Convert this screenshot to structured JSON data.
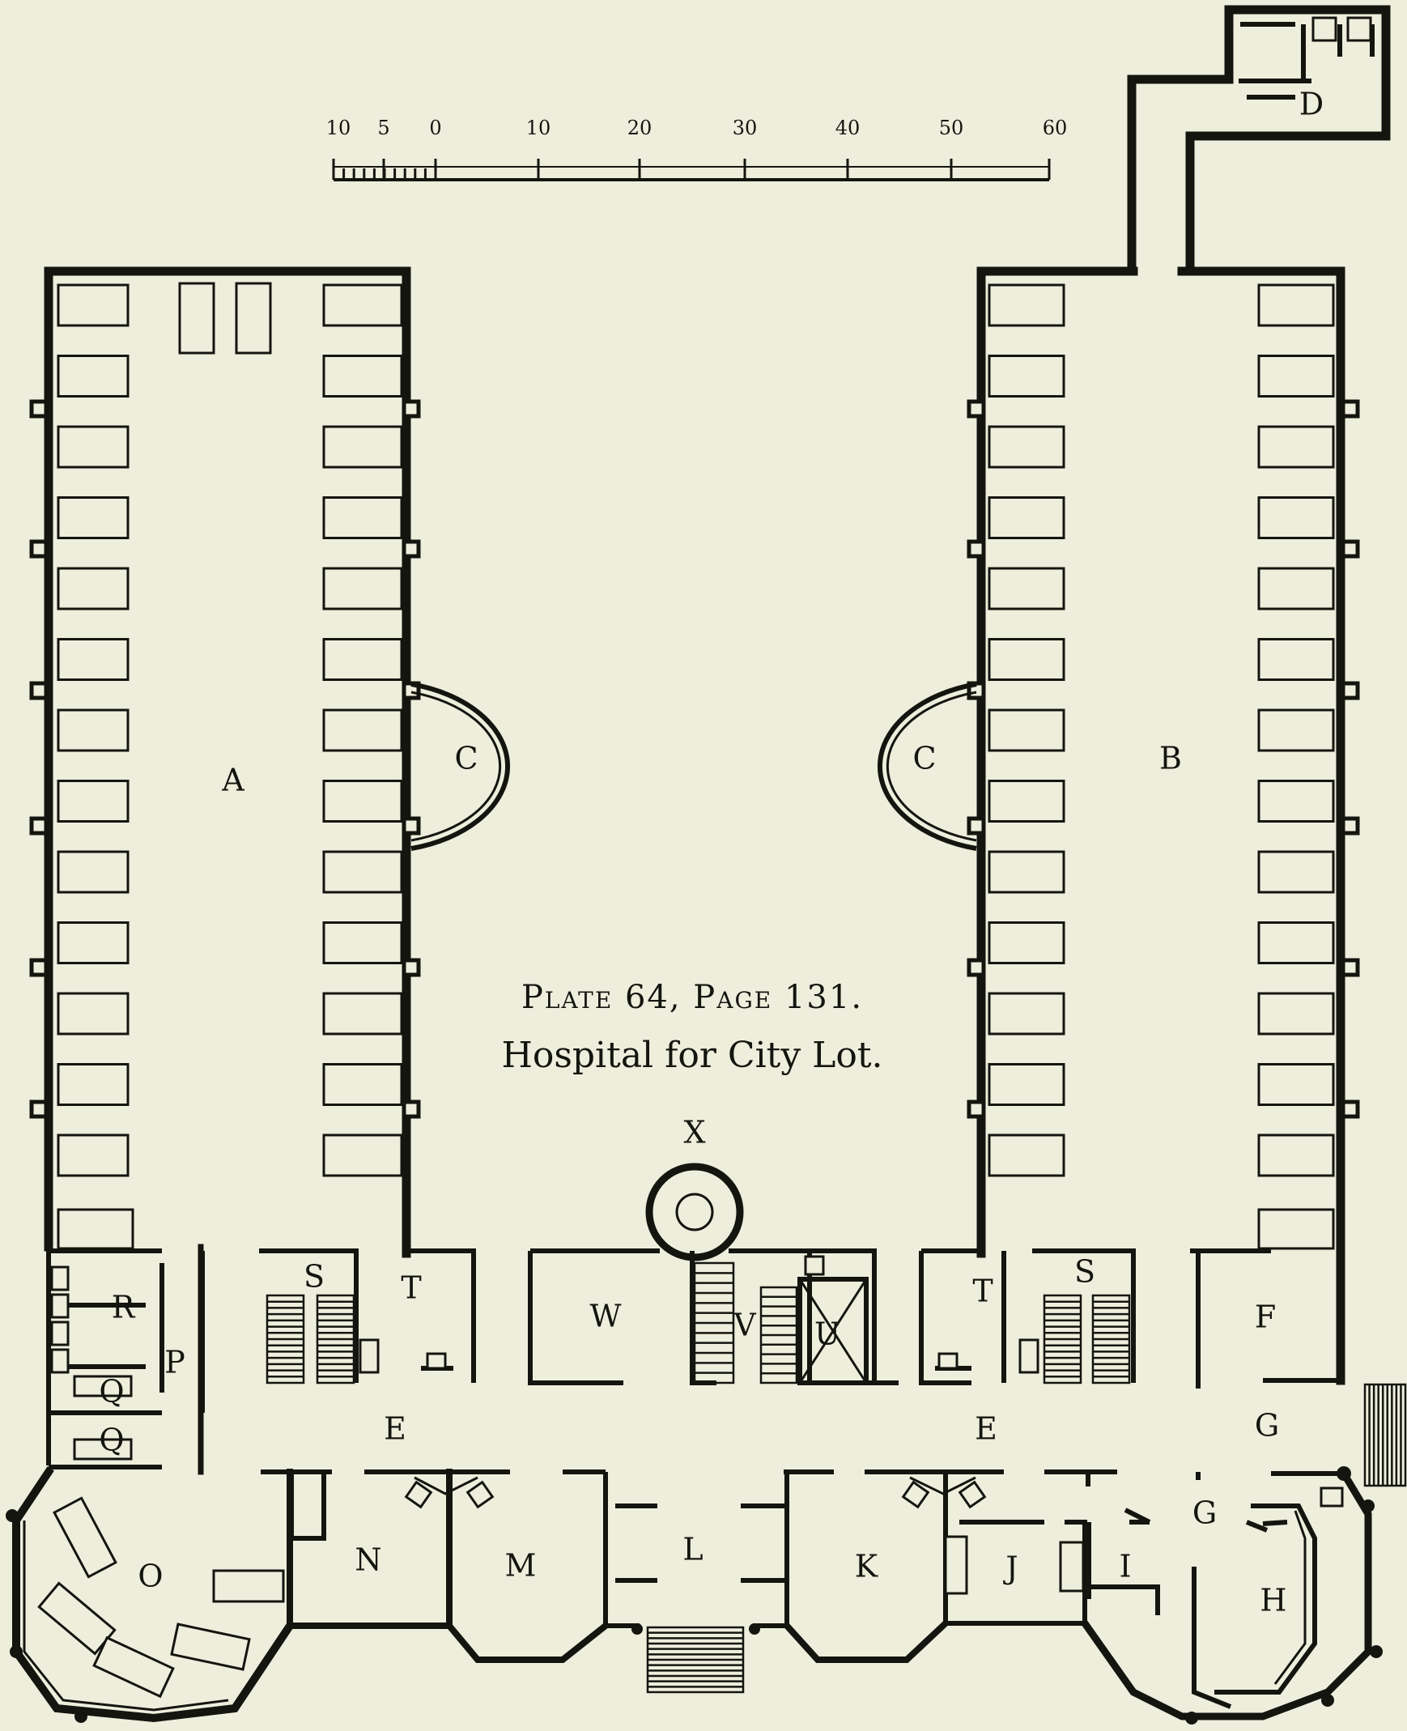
{
  "scale_bar": {
    "ticks": [
      "10",
      "5",
      "0",
      "10",
      "20",
      "30",
      "40",
      "50",
      "60"
    ]
  },
  "caption": {
    "line1": "Plate 64, Page 131.",
    "line2": "Hospital for City Lot."
  },
  "rooms": {
    "A": "A",
    "B": "B",
    "C_left": "C",
    "C_right": "C",
    "D": "D",
    "E_left": "E",
    "E_right": "E",
    "F": "F",
    "G_upper": "G",
    "G_lower": "G",
    "H": "H",
    "I": "I",
    "J": "J",
    "K": "K",
    "L": "L",
    "M": "M",
    "N": "N",
    "O": "O",
    "P": "P",
    "Q_upper": "Q",
    "Q_lower": "Q",
    "R": "R",
    "S_left": "S",
    "S_right": "S",
    "T_left": "T",
    "T_right": "T",
    "U": "U",
    "V": "V",
    "W": "W",
    "X": "X"
  }
}
